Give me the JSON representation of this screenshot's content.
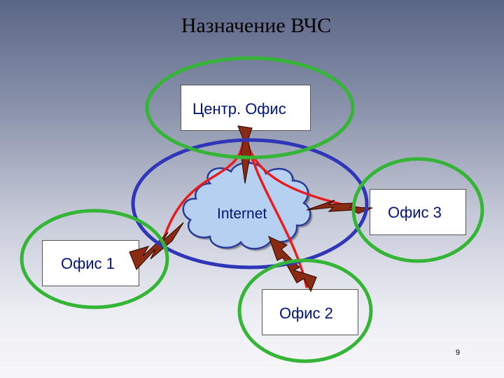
{
  "slide": {
    "title": "Назначение ВЧС",
    "page_number": "9"
  },
  "nodes": {
    "central_office": "Центр. Офис",
    "office_1": "Офис 1",
    "office_2": "Офис 2",
    "office_3": "Офис 3",
    "internet": "Internet"
  },
  "colors": {
    "office_ellipse": "#35b535",
    "vpn_ellipse": "#2f36b8",
    "tunnel_line": "#e51d1d",
    "tunnel_arrow": "#8a2b14",
    "cloud_fill": "#b6d0f2",
    "cloud_outline": "#2a3a9a",
    "text": "#00147a"
  }
}
